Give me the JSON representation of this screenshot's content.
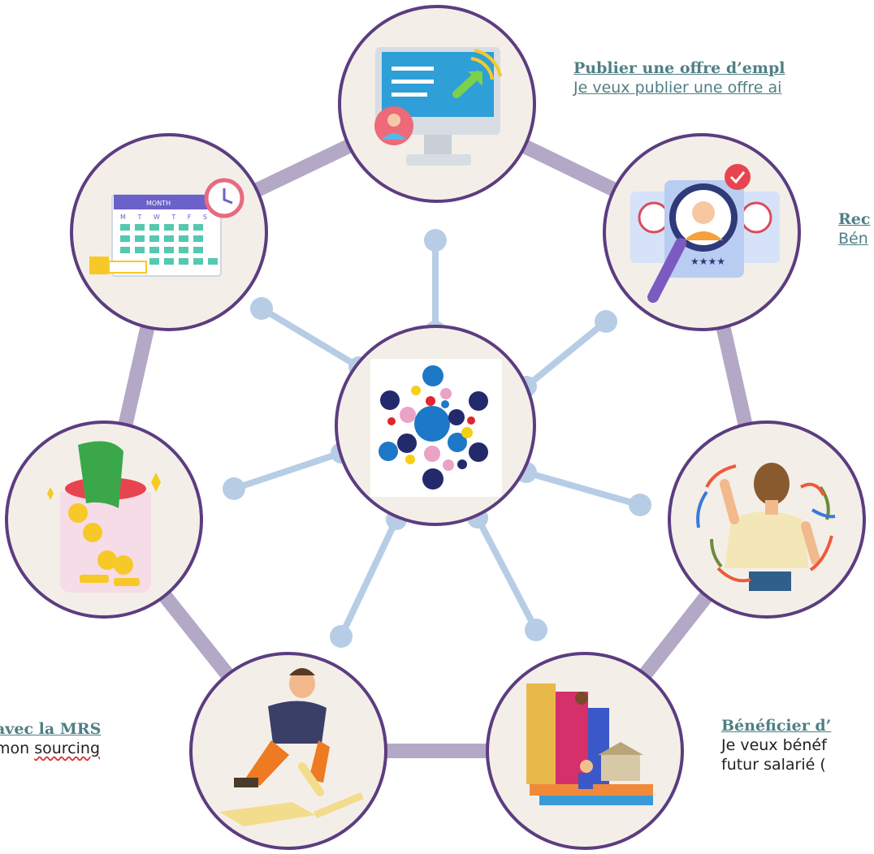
{
  "labels": {
    "publier": {
      "title": "Publier une offre d’empl",
      "subtitle": "Je veux publier une offre ai"
    },
    "recherche": {
      "title": "Rec",
      "subtitle": "Bén"
    },
    "mrs": {
      "title": "avec la MRS",
      "subtitle_prefix": "mon ",
      "subtitle_word": "sourcing"
    },
    "beneficier": {
      "title": "Bénéficier d’",
      "line1": "Je veux bénéf",
      "line2": "futur salarié ("
    }
  },
  "icons": {
    "top": "monitor-broadcast-icon",
    "top_right": "candidate-search-icon",
    "right": "decision-arrows-person-icon",
    "bottom_right": "books-training-icon",
    "bottom_left": "worker-building-icon",
    "left": "money-jar-icon",
    "top_left": "calendar-clock-icon",
    "center": "network-dots-logo"
  },
  "calendar_header": "MONTH",
  "calendar_days": "M T W T F S",
  "colors": {
    "node_border": "#5c3d80",
    "node_fill": "#f3efe8",
    "ring": "#b3a9c6",
    "spoke": "#b7cde6",
    "label_link": "#4f7f84"
  }
}
